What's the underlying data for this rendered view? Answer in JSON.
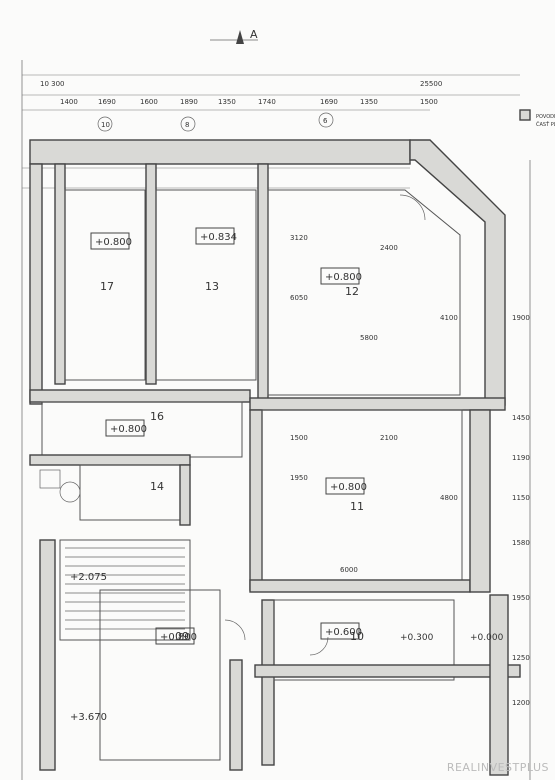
{
  "section_marker": "A",
  "legend": {
    "line1": "POVODNÉ OBVODOVÉ ZDIVO",
    "line2": "ČASŤ PLÁNU PRÍZEMIA"
  },
  "rooms": [
    {
      "id": "room-17",
      "number": "17",
      "level": "+0.800"
    },
    {
      "id": "room-13",
      "number": "13",
      "level": "+0.834"
    },
    {
      "id": "room-12",
      "number": "12",
      "level": "+0.800"
    },
    {
      "id": "room-16",
      "number": "16",
      "level": "+0.800"
    },
    {
      "id": "room-14",
      "number": "14",
      "level": ""
    },
    {
      "id": "room-11",
      "number": "11",
      "level": "+0.800"
    },
    {
      "id": "room-09",
      "number": "09",
      "level": "+0.800"
    },
    {
      "id": "room-10",
      "number": "10",
      "level": "+0.600"
    }
  ],
  "extra_levels": {
    "left_upper": "+2.075",
    "left_lower": "+3.670",
    "r1": "+0.300",
    "r2": "+0.000"
  },
  "top_dims": [
    "10 300",
    "1400",
    "1690",
    "1600",
    "1890",
    "1350",
    "1740",
    "1690",
    "1350",
    "25500",
    "1500"
  ],
  "grid_markers": [
    "10",
    "8",
    "6"
  ],
  "side_dims": [
    "1900",
    "1450",
    "1190",
    "1150",
    "1580",
    "1950",
    "1250",
    "1200"
  ],
  "dims_misc": [
    "3120",
    "6050",
    "4100",
    "2400",
    "5800",
    "6000",
    "2100",
    "1950",
    "1500",
    "4800"
  ],
  "watermark": "REALINVESTPLUS"
}
